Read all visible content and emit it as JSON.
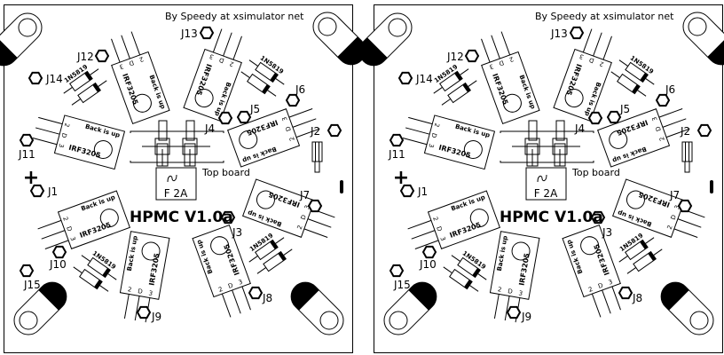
{
  "credit": "By Speedy at xsimulator net",
  "board_name": "HPMC V1.0a",
  "top_board": "Top board",
  "fuse_label": "F 2A",
  "plus": "+",
  "mosfet": {
    "part": "IRF3205",
    "note": "Back is up",
    "pins": [
      "2",
      "D",
      "3"
    ]
  },
  "diode": {
    "part": "1N5819"
  },
  "connectors": {
    "J1": "J1",
    "J2": "J2",
    "J3": "J3",
    "J4": "J4",
    "J5": "J5",
    "J6": "J6",
    "J7": "J7",
    "J8": "J8",
    "J9": "J9",
    "J10": "J10",
    "J11": "J11",
    "J12": "J12",
    "J13": "J13",
    "J14": "J14",
    "J15": "J15"
  },
  "colors": {
    "ink": "#000000",
    "board": "#ffffff"
  }
}
